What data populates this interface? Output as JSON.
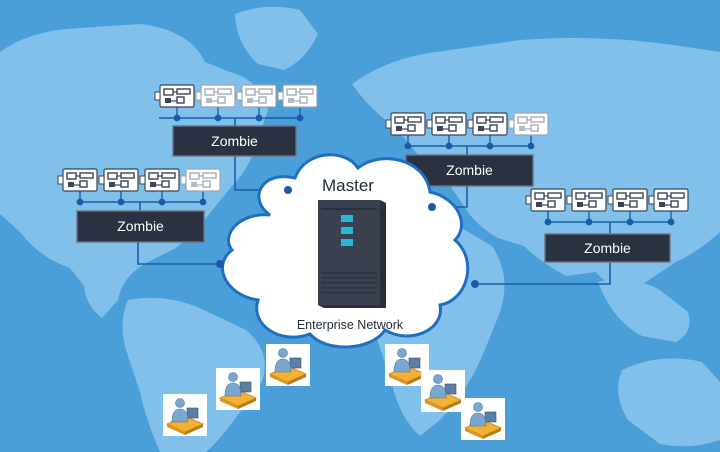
{
  "master": {
    "label": "Master",
    "cloud_label": "Enterprise Network"
  },
  "zombies": [
    {
      "id": "zombie-top-left",
      "label": "Zombie"
    },
    {
      "id": "zombie-mid-left",
      "label": "Zombie"
    },
    {
      "id": "zombie-top-right",
      "label": "Zombie"
    },
    {
      "id": "zombie-bottom-right",
      "label": "Zombie"
    }
  ],
  "colors": {
    "ocean": "#4a9fd8",
    "land": "#80c0ea",
    "cloud_border": "#1e6fc0",
    "link": "#1a5fa8",
    "node_dot": "#1a5aa8",
    "zombie_box": "#2a3140",
    "server_body": "#3a4050",
    "server_led": "#25b8d8",
    "desk": "#f2b134"
  }
}
